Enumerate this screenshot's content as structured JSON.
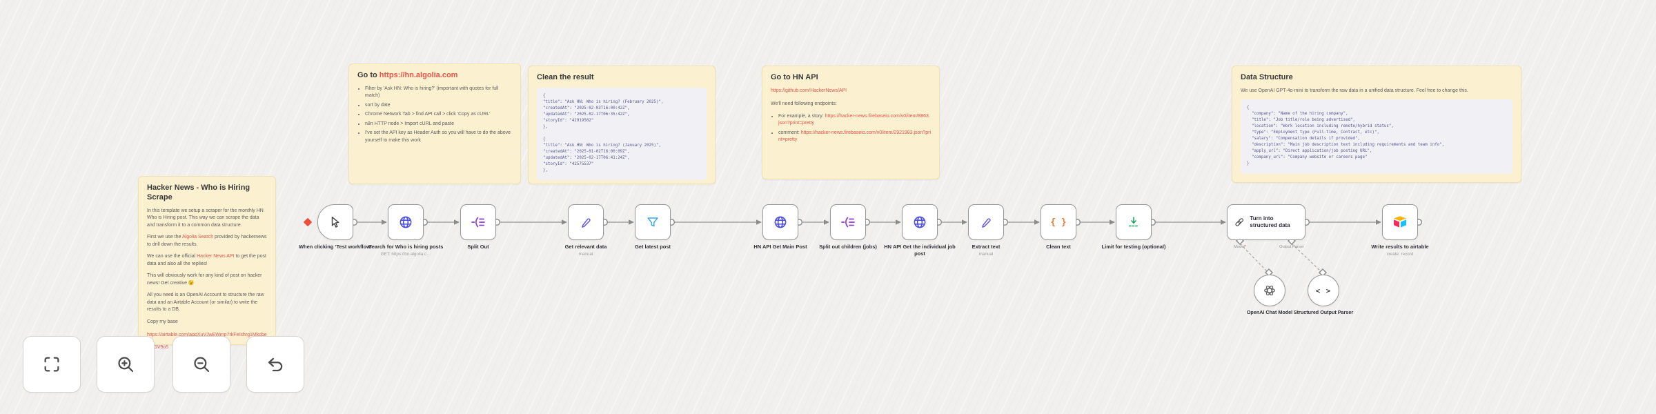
{
  "colors": {
    "canvas_bg": "#f1f0ee",
    "sticky_bg": "#fbf0cf",
    "link_red": "#e8554b",
    "http_icon": "#4d4fe3",
    "splitout_icon": "#8b3dd6",
    "set_icon": "#6157e8",
    "filter_icon": "#35a8f0",
    "code_icon": "#ef7d31",
    "limit_icon": "#17a05c",
    "airtable_yellow": "#fcb400",
    "airtable_red": "#f82b60",
    "airtable_blue": "#18bfff"
  },
  "main_sticky": {
    "title": "Hacker News - Who is Hiring Scrape",
    "p1": "In this template we setup a scraper for the monthly HN Who is Hiring post. This way we can scrape the data and transform it to a common data structure.",
    "p2_pre": "First we use the ",
    "p2_link": "Algolia Search",
    "p2_post": " provided by hackernews to drill down the results.",
    "p3_pre": "We can use the official ",
    "p3_link": "Hacker News API",
    "p3_post": " to get the post data and also all the replies!",
    "p4": "This will obviously work for any kind of post on hacker news! Get creative 😉",
    "p5": "All you need is an OpenAI Account to structure the raw data and an Airtable Account (or similar) to write the results to a DB.",
    "p6": "Copy my base",
    "p6_link": "https://airtable.com/appXuVJwEWmp7rkFe/shrg1MkcbeBAGV9o5"
  },
  "notes": {
    "algolia": {
      "title_pre": "Go to ",
      "title_link": "https://hn.algolia.com",
      "bullets": [
        "Filter by 'Ask HN: Who is hiring?' (important with quotes for full match)",
        "sort by date",
        "Chrome Network Tab > find API call > click 'Copy as cURL'",
        "n8n HTTP node > Import cURL and paste",
        "I've set the API key as Header Auth so you will have to do the above yourself to make this work"
      ]
    },
    "clean": {
      "title": "Clean the result",
      "code": "{\n\"title\": \"Ask HN: Who is hiring? (February 2025)\",\n\"createdAt\": \"2025-02-03T16:00:42Z\",\n\"updatedAt\": \"2025-02-17T06:35:42Z\",\n\"storyId\": \"42919502\"\n},\n\n{\n\"title\": \"Ask HN: Who is hiring? (January 2025)\",\n\"createdAt\": \"2025-01-02T16:00:09Z\",\n\"updatedAt\": \"2025-02-17T06:41:24Z\",\n\"storyId\": \"42575537\"\n},"
    },
    "hn_api": {
      "title": "Go to HN API",
      "link": "https://github.com/HackerNews/API",
      "intro": "We'll need following endpoints:",
      "b1_pre": "For example, a story: ",
      "b1_link": "https://hacker-news.firebaseio.com/v0/item/8863.json?print=pretty",
      "b2_pre": "comment: ",
      "b2_link": "https://hacker-news.firebaseio.com/v0/item/2921983.json?print=pretty"
    },
    "data_structure": {
      "title": "Data Structure",
      "intro": "We use OpenAI GPT-4o-mini to transform the raw data in a unified data structure. Feel free to change this.",
      "code": "{\n  \"company\": \"Name of the hiring company\",\n  \"title\": \"Job title/role being advertised\",\n  \"location\": \"Work location including remote/hybrid status\",\n  \"type\": \"Employment type (Full-time, Contract, etc)\",\n  \"salary\": \"Compensation details if provided\",\n  \"description\": \"Main job description text including requirements and team info\",\n  \"apply_url\": \"Direct application/job posting URL\",\n  \"company_url\": \"Company website or careers page\"\n}"
    }
  },
  "workflow": {
    "nodes": [
      {
        "label": "When clicking ‘Test workflow’",
        "icon": "cursor-click-icon"
      },
      {
        "label": "Search for Who is hiring posts",
        "sublabel": "GET: https://hn.algolia.c…",
        "icon": "globe-icon"
      },
      {
        "label": "Split Out",
        "icon": "split-out-icon"
      },
      {
        "label": "Get relevant data",
        "sublabel": "manual",
        "icon": "pencil-icon"
      },
      {
        "label": "Get latest post",
        "icon": "filter-funnel-icon"
      },
      {
        "label": "HN API Get Main Post",
        "icon": "globe-icon"
      },
      {
        "label": "Split out children (jobs)",
        "icon": "split-out-icon"
      },
      {
        "label": "HN API Get the individual job post",
        "icon": "globe-icon"
      },
      {
        "label": "Extract text",
        "sublabel": "manual",
        "icon": "pencil-icon"
      },
      {
        "label": "Clean text",
        "icon": "code-braces-icon"
      },
      {
        "label": "Limit for testing (optional)",
        "icon": "limit-arrow-icon"
      },
      {
        "label": "Turn into structured data",
        "icon": "chain-link-icon"
      },
      {
        "label": "Write results to airtable",
        "sublabel": "create: record",
        "icon": "airtable-icon"
      }
    ],
    "subnodes": [
      {
        "label": "OpenAI Chat Model",
        "icon": "openai-icon"
      },
      {
        "label": "Structured Output Parser",
        "icon": "angle-brackets-icon"
      }
    ],
    "connector_labels": {
      "model": "Model",
      "required_mark": "*",
      "output_parser": "Output Parser"
    },
    "code_glyph": "{ }",
    "parser_glyph": "< >"
  },
  "controls": {
    "items": [
      "fit-view",
      "zoom-in",
      "zoom-out",
      "undo"
    ]
  }
}
